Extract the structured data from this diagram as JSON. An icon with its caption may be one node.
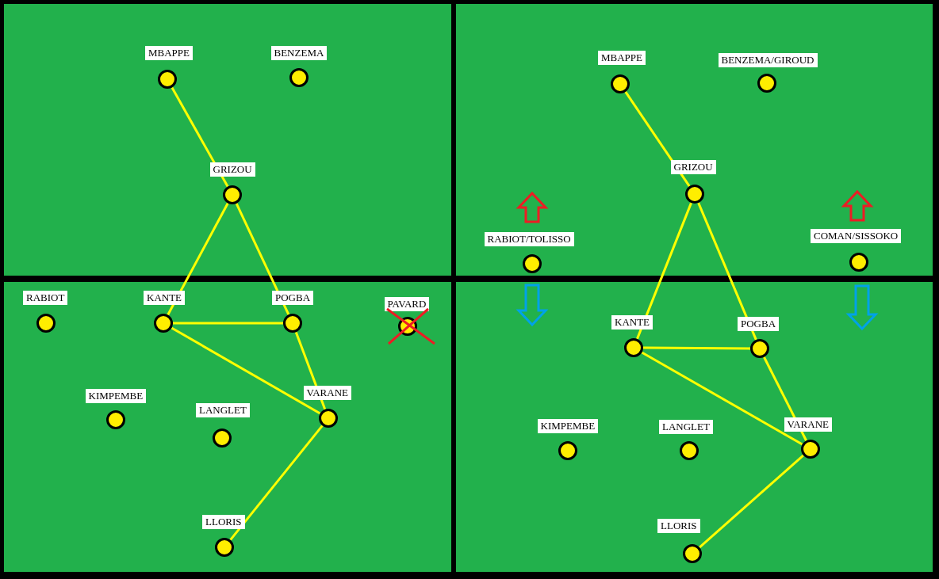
{
  "diagram": {
    "nodes": [
      {
        "text": [
          "MBAPPE"
        ]
      },
      {
        "text": [
          "BENZEMA"
        ]
      },
      {
        "text": [
          "GRIZOU"
        ]
      },
      {
        "text": [
          "RABIOT"
        ]
      },
      {
        "text": [
          "KANTE"
        ]
      },
      {
        "text": [
          "POGBA"
        ]
      },
      {
        "text": [
          "PAVARD"
        ]
      },
      {
        "text": [
          "KIMPEMBE"
        ]
      },
      {
        "text": [
          "LANGLET"
        ]
      },
      {
        "text": [
          "VARANE"
        ]
      },
      {
        "text": [
          "LLORIS"
        ]
      },
      {
        "text": [
          "MBAPPE"
        ]
      },
      {
        "text": [
          "BENZEMA/GIROUD"
        ]
      },
      {
        "text": [
          "GRIZOU"
        ]
      },
      {
        "text": [
          "RABIOT/TOLISSO"
        ]
      },
      {
        "text": [
          "COMAN/SISSOKO"
        ]
      },
      {
        "text": [
          "KANTE"
        ]
      },
      {
        "text": [
          "POGBA"
        ]
      },
      {
        "text": [
          "KIMPEMBE"
        ]
      },
      {
        "text": [
          "LANGLET"
        ]
      },
      {
        "text": [
          "VARANE"
        ]
      },
      {
        "text": [
          "LLORIS"
        ]
      }
    ],
    "edges": [
      {
        "from": 0,
        "to": 2,
        "arrow": "none"
      },
      {
        "from": 2,
        "to": 4,
        "arrow": "none"
      },
      {
        "from": 2,
        "to": 5,
        "arrow": "none"
      },
      {
        "from": 4,
        "to": 5,
        "arrow": "none"
      },
      {
        "from": 4,
        "to": 9,
        "arrow": "none"
      },
      {
        "from": 5,
        "to": 9,
        "arrow": "none"
      },
      {
        "from": 9,
        "to": 10,
        "arrow": "none"
      },
      {
        "from": 11,
        "to": 13,
        "arrow": "none"
      },
      {
        "from": 13,
        "to": 16,
        "arrow": "none"
      },
      {
        "from": 13,
        "to": 17,
        "arrow": "none"
      },
      {
        "from": 16,
        "to": 17,
        "arrow": "none"
      },
      {
        "from": 16,
        "to": 20,
        "arrow": "none"
      },
      {
        "from": 17,
        "to": 20,
        "arrow": "none"
      },
      {
        "from": 20,
        "to": 21,
        "arrow": "none"
      }
    ]
  }
}
